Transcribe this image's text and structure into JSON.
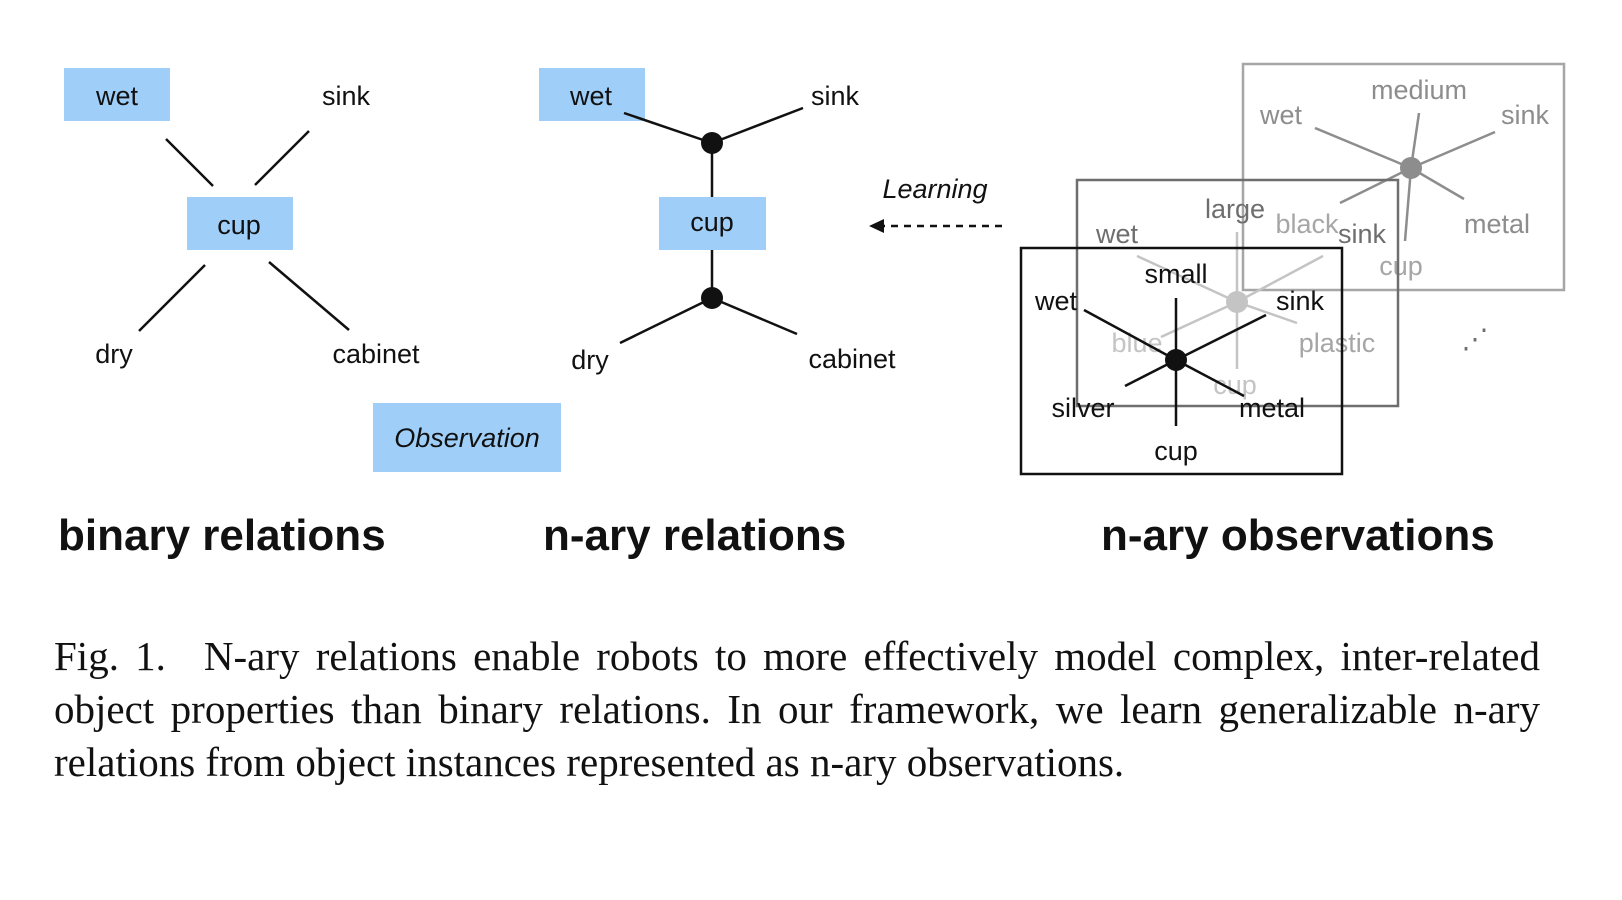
{
  "colors": {
    "highlight": "#9fcff9",
    "ink": "#111111",
    "grey_dark": "#6e6e6e",
    "grey_light": "#a6a6a6"
  },
  "binary": {
    "title": "binary relations",
    "nodes": {
      "wet": "wet",
      "sink": "sink",
      "cup": "cup",
      "dry": "dry",
      "cabinet": "cabinet"
    }
  },
  "nary": {
    "title": "n-ary relations",
    "nodes": {
      "wet": "wet",
      "sink": "sink",
      "cup": "cup",
      "dry": "dry",
      "cabinet": "cabinet"
    }
  },
  "observation_label": "Observation",
  "learning_label": "Learning",
  "observations": {
    "title": "n-ary observations",
    "back": {
      "wet": "wet",
      "medium": "medium",
      "sink": "sink",
      "black": "black",
      "metal": "metal",
      "cup": "cup"
    },
    "middle": {
      "wet": "wet",
      "large": "large",
      "sink": "sink",
      "blue": "blue",
      "plastic": "plastic",
      "cup": "cup"
    },
    "front": {
      "wet": "wet",
      "small": "small",
      "sink": "sink",
      "silver": "silver",
      "metal": "metal",
      "cup": "cup"
    },
    "ellipsis": "⋰"
  },
  "caption": {
    "label": "Fig. 1.",
    "text": "N-ary relations enable robots to more effectively model complex, inter-related object properties than binary relations. In our framework, we learn generalizable n-ary relations from object instances represented as n-ary observations."
  }
}
